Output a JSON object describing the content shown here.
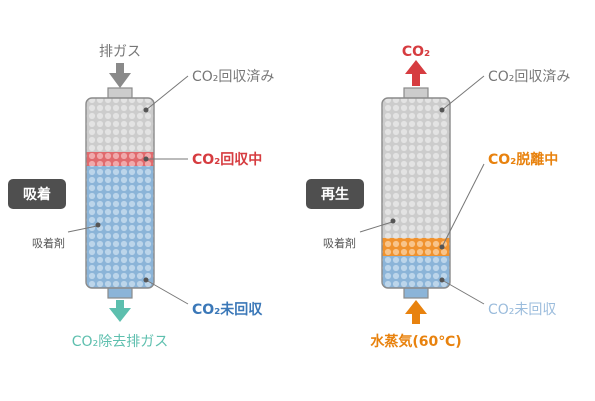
{
  "colors": {
    "gray_bg": "#cccccc",
    "gray_dot": "#e3e3e3",
    "red_bg": "#e06a6d",
    "red_dot": "#f0a9ab",
    "blue_bg": "#8bb4d8",
    "blue_dot": "#bcd5ea",
    "orange_bg": "#f0922e",
    "orange_dot": "#f8c48b",
    "outline": "#8a8a8a",
    "text_gray": "#777777",
    "text_red": "#d63c40",
    "text_orange": "#e8820e",
    "text_blue": "#3b78b8",
    "text_lightblue": "#9bbcdc",
    "text_teal": "#5dbfae",
    "badge": "#4f4f4f"
  },
  "adsorption": {
    "badge": "吸着",
    "adsorbent": "吸着剤",
    "inlet": "排ガス",
    "outlet": "CO₂除去排ガス",
    "zone_recovered": "CO₂回収済み",
    "zone_recovering": "CO₂回収中",
    "zone_unrecovered": "CO₂未回収"
  },
  "regeneration": {
    "badge": "再生",
    "adsorbent": "吸着剤",
    "outlet": "CO₂",
    "inlet": "水蒸気(60℃)",
    "zone_recovered": "CO₂回収済み",
    "zone_desorbing": "CO₂脱離中",
    "zone_unrecovered": "CO₂未回収"
  }
}
